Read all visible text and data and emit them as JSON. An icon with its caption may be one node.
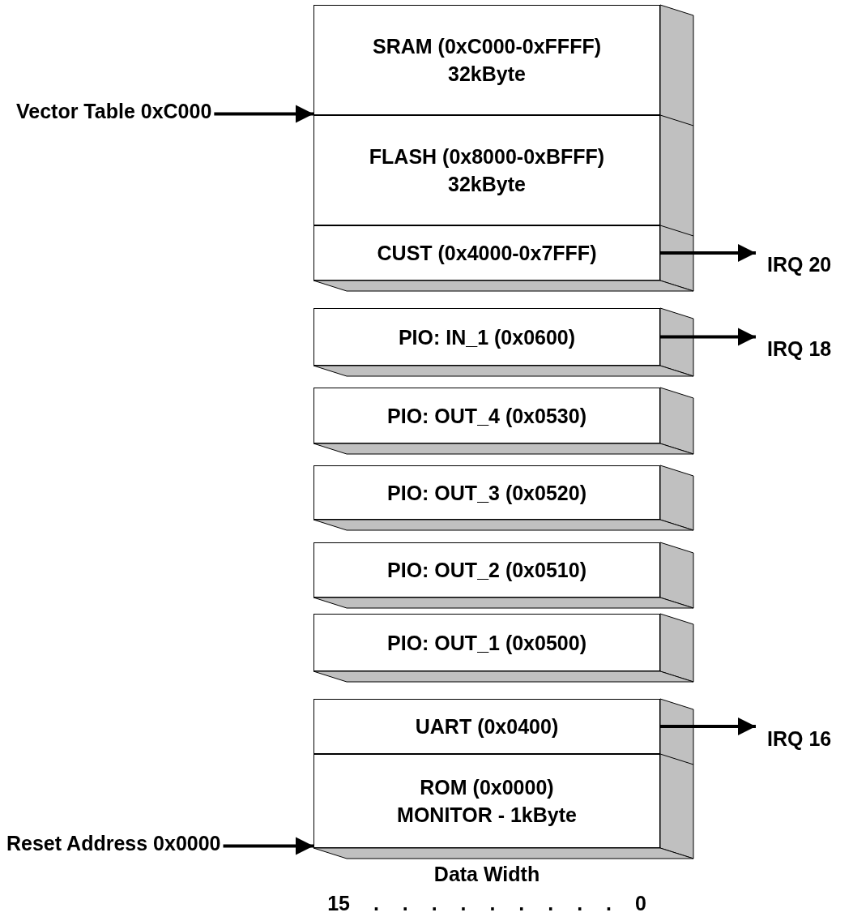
{
  "diagram": {
    "nodes": [
      {
        "text": [
          "SRAM (0xC000-0xFFFF)",
          "32kByte"
        ]
      },
      {
        "text": [
          "FLASH (0x8000-0xBFFF)",
          "32kByte"
        ]
      },
      {
        "text": [
          "CUST (0x4000-0x7FFF)"
        ]
      },
      {
        "text": [
          "PIO: IN_1 (0x0600)"
        ]
      },
      {
        "text": [
          "PIO: OUT_4 (0x0530)"
        ]
      },
      {
        "text": [
          "PIO: OUT_3 (0x0520)"
        ]
      },
      {
        "text": [
          "PIO: OUT_2 (0x0510)"
        ]
      },
      {
        "text": [
          "PIO: OUT_1 (0x0500)"
        ]
      },
      {
        "text": [
          "UART (0x0400)"
        ]
      },
      {
        "text": [
          "ROM (0x0000)",
          "MONITOR - 1kByte"
        ]
      },
      {
        "text": [
          "Vector Table 0xC000"
        ]
      },
      {
        "text": [
          "IRQ 20"
        ]
      },
      {
        "text": [
          "IRQ 18"
        ]
      },
      {
        "text": [
          "IRQ 16"
        ]
      },
      {
        "text": [
          "Reset Address 0x0000"
        ]
      }
    ],
    "edges": [
      {
        "from": 10,
        "to": 0,
        "arrow": "to"
      },
      {
        "from": 2,
        "to": 11,
        "arrow": "to"
      },
      {
        "from": 3,
        "to": 12,
        "arrow": "to"
      },
      {
        "from": 8,
        "to": 13,
        "arrow": "to"
      },
      {
        "from": 14,
        "to": 9,
        "arrow": "to"
      }
    ],
    "labels": [
      "Data Width",
      "15 . . . . . . . . . 0"
    ]
  }
}
